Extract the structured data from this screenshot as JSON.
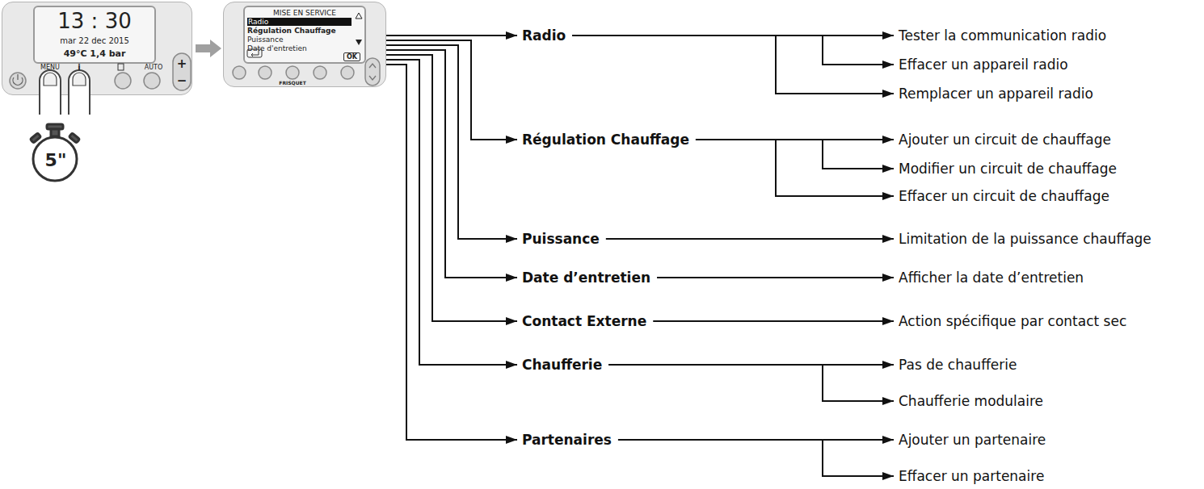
{
  "diagram": {
    "nodes": [
      {
        "text": [
          "13 : 30",
          "mar 22 dec 2015",
          "49°C 1,4 bar"
        ]
      },
      {
        "text": [
          "MISE EN SERVICE",
          "Radio",
          "Régulation Chauffage",
          "Puissance",
          "Date d'entretien",
          "OK"
        ]
      },
      {
        "text": [
          "Radio"
        ]
      },
      {
        "text": [
          "Tester la communication radio"
        ]
      },
      {
        "text": [
          "Effacer un appareil radio"
        ]
      },
      {
        "text": [
          "Remplacer un appareil radio"
        ]
      },
      {
        "text": [
          "Régulation Chauffage"
        ]
      },
      {
        "text": [
          "Ajouter un circuit de chauffage"
        ]
      },
      {
        "text": [
          "Modifier un circuit de chauffage"
        ]
      },
      {
        "text": [
          "Effacer un circuit de chauffage"
        ]
      },
      {
        "text": [
          "Puissance"
        ]
      },
      {
        "text": [
          "Limitation de la puissance chauffage"
        ]
      },
      {
        "text": [
          "Date d’entretien"
        ]
      },
      {
        "text": [
          "Afficher la date d’entretien"
        ]
      },
      {
        "text": [
          "Contact Externe"
        ]
      },
      {
        "text": [
          "Action spécifique par contact sec"
        ]
      },
      {
        "text": [
          "Chaufferie"
        ]
      },
      {
        "text": [
          "Pas de chaufferie"
        ]
      },
      {
        "text": [
          "Chaufferie modulaire"
        ]
      },
      {
        "text": [
          "Partenaires"
        ]
      },
      {
        "text": [
          "Ajouter un partenaire"
        ]
      },
      {
        "text": [
          "Effacer un partenaire"
        ]
      }
    ],
    "edges": [
      {
        "from": 0,
        "to": 1,
        "arrow": "to"
      },
      {
        "from": 1,
        "to": 2,
        "arrow": "to"
      },
      {
        "from": 2,
        "to": 3,
        "arrow": "to"
      },
      {
        "from": 2,
        "to": 4,
        "arrow": "to"
      },
      {
        "from": 2,
        "to": 5,
        "arrow": "to"
      },
      {
        "from": 1,
        "to": 6,
        "arrow": "to"
      },
      {
        "from": 6,
        "to": 7,
        "arrow": "to"
      },
      {
        "from": 6,
        "to": 8,
        "arrow": "to"
      },
      {
        "from": 6,
        "to": 9,
        "arrow": "to"
      },
      {
        "from": 1,
        "to": 10,
        "arrow": "to"
      },
      {
        "from": 10,
        "to": 11,
        "arrow": "to"
      },
      {
        "from": 1,
        "to": 12,
        "arrow": "to"
      },
      {
        "from": 12,
        "to": 13,
        "arrow": "to"
      },
      {
        "from": 1,
        "to": 14,
        "arrow": "to"
      },
      {
        "from": 14,
        "to": 15,
        "arrow": "to"
      },
      {
        "from": 1,
        "to": 16,
        "arrow": "to"
      },
      {
        "from": 16,
        "to": 17,
        "arrow": "to"
      },
      {
        "from": 16,
        "to": 18,
        "arrow": "to"
      },
      {
        "from": 1,
        "to": 19,
        "arrow": "to"
      },
      {
        "from": 19,
        "to": 20,
        "arrow": "to"
      },
      {
        "from": 19,
        "to": 21,
        "arrow": "to"
      }
    ],
    "labels": [
      "MENU",
      "i",
      "AUTO",
      "+",
      "−",
      "FRISQUET",
      "5\""
    ]
  }
}
